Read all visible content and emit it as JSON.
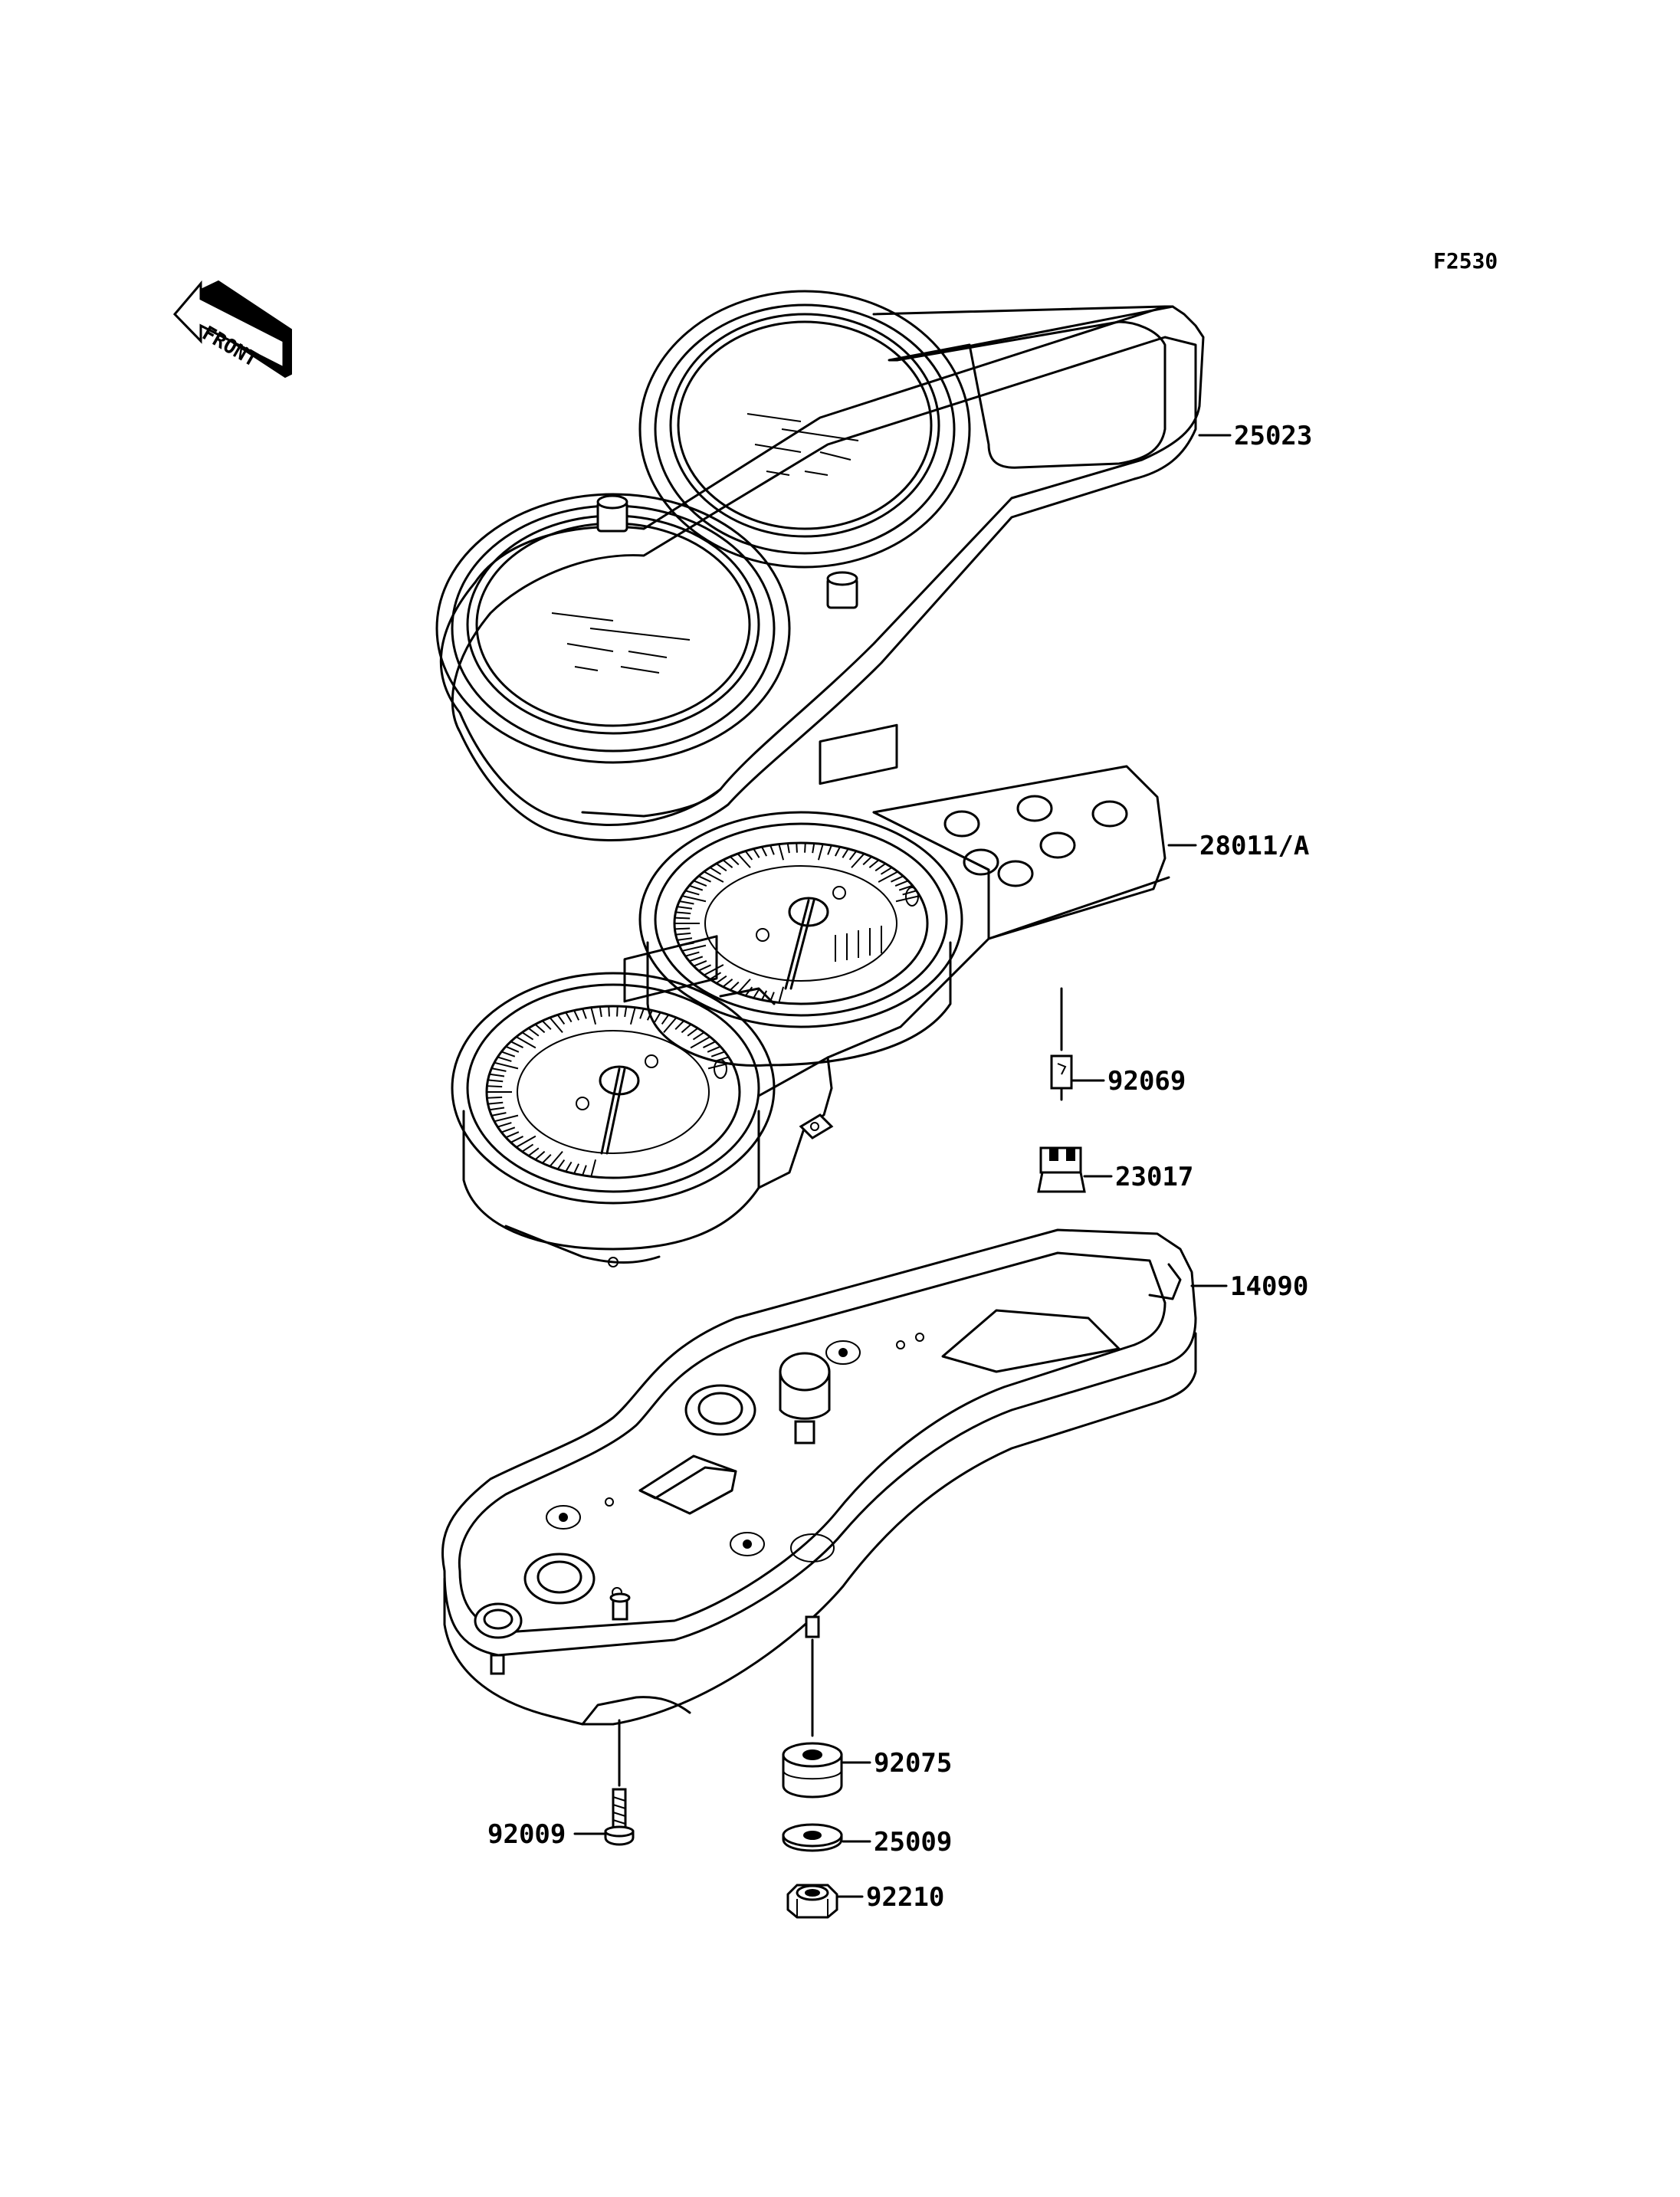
{
  "figure_id": "F2530",
  "front_label": "FRONT",
  "parts": {
    "meter_cover": "25023",
    "meter_assembly": "28011/A",
    "bulb": "92069",
    "socket": "23017",
    "meter_case": "14090",
    "damper": "92075",
    "washer": "25009",
    "nut": "92210",
    "screw": "92009"
  }
}
